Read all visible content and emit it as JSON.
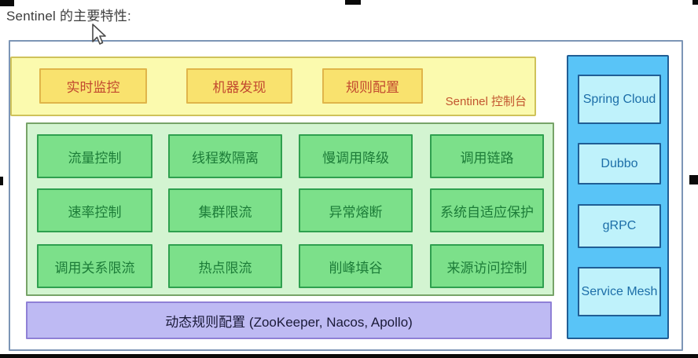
{
  "title": "Sentinel 的主要特性:",
  "console": {
    "label": "Sentinel 控制台",
    "buttons": [
      "实时监控",
      "机器发现",
      "规则配置"
    ]
  },
  "features": {
    "rows": [
      [
        "流量控制",
        "线程数隔离",
        "慢调用降级",
        "调用链路"
      ],
      [
        "速率控制",
        "集群限流",
        "异常熔断",
        "系统自适应保护"
      ],
      [
        "调用关系限流",
        "热点限流",
        "削峰填谷",
        "来源访问控制"
      ]
    ]
  },
  "datasource": {
    "label": "动态规则配置 (ZooKeeper, Nacos, Apollo)"
  },
  "integrations": [
    "Spring Cloud",
    "Dubbo",
    "gRPC",
    "Service Mesh"
  ],
  "colors": {
    "console_panel_bg": "#fbfaae",
    "console_btn_bg": "#f9e26e",
    "console_text": "#c24a30",
    "features_panel_bg": "#d3f4d1",
    "feature_btn_bg": "#7ce08a",
    "feature_text": "#1c7c38",
    "datasource_bg": "#bebaf3",
    "integrations_panel_bg": "#59c4f7",
    "integration_btn_bg": "#bff2fb",
    "integration_text": "#1c6ea8",
    "outer_border": "#7c95b6"
  }
}
